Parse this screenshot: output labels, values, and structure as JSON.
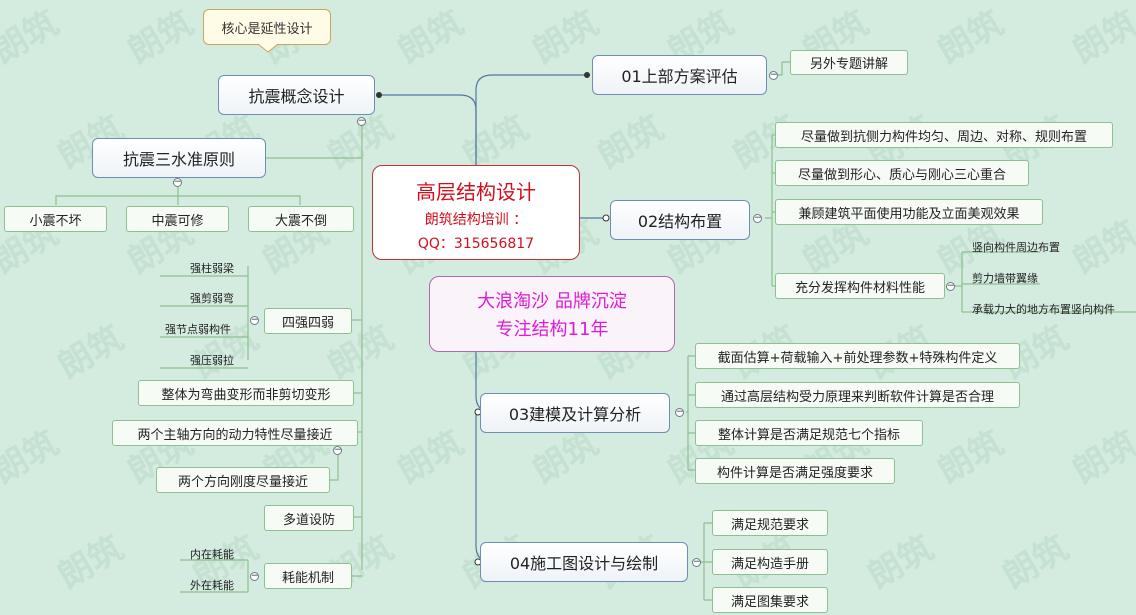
{
  "watermark": "朗筑",
  "center": {
    "title": "高层结构设计",
    "subtitle": "朗筑结构培训 ：",
    "qq": "QQ：315656817"
  },
  "slogan": {
    "line1": "大浪淘沙  品牌沉淀",
    "line2": "专注结构11年"
  },
  "callout": "核心是延性设计",
  "left": {
    "concept": "抗震概念设计",
    "three_level": "抗震三水准原则",
    "levels": [
      "小震不坏",
      "中震可修",
      "大震不倒"
    ],
    "four_strong": "四强四弱",
    "four_items": [
      "强柱弱梁",
      "强剪弱弯",
      "强节点弱构件",
      "强压弱拉"
    ],
    "overall_bending": "整体为弯曲变形而非剪切变形",
    "two_axes": "两个主轴方向的动力特性尽量接近",
    "two_stiffness": "两个方向刚度尽量接近",
    "multi_defense": "多道设防",
    "energy": "耗能机制",
    "energy_items": [
      "内在耗能",
      "外在耗能"
    ]
  },
  "right": {
    "b01": "01上部方案评估",
    "b01_children": [
      "另外专题讲解"
    ],
    "b02": "02结构布置",
    "b02_children": [
      "尽量做到抗侧力构件均匀、周边、对称、规则布置",
      "尽量做到形心、质心与刚心三心重合",
      "兼顾建筑平面使用功能及立面美观效果",
      "充分发挥构件材料性能"
    ],
    "b02_sub": [
      "竖向构件周边布置",
      "剪力墙带翼缘",
      "承载力大的地方布置竖向构件"
    ],
    "b03": "03建模及计算分析",
    "b03_children": [
      "截面估算+荷载输入+前处理参数+特殊构件定义",
      "通过高层结构受力原理来判断软件计算是否合理",
      "整体计算是否满足规范七个指标",
      "构件计算是否满足强度要求"
    ],
    "b04": "04施工图设计与绘制",
    "b04_children": [
      "满足规范要求",
      "满足构造手册",
      "满足图集要求"
    ]
  },
  "toggle_symbol": "−"
}
